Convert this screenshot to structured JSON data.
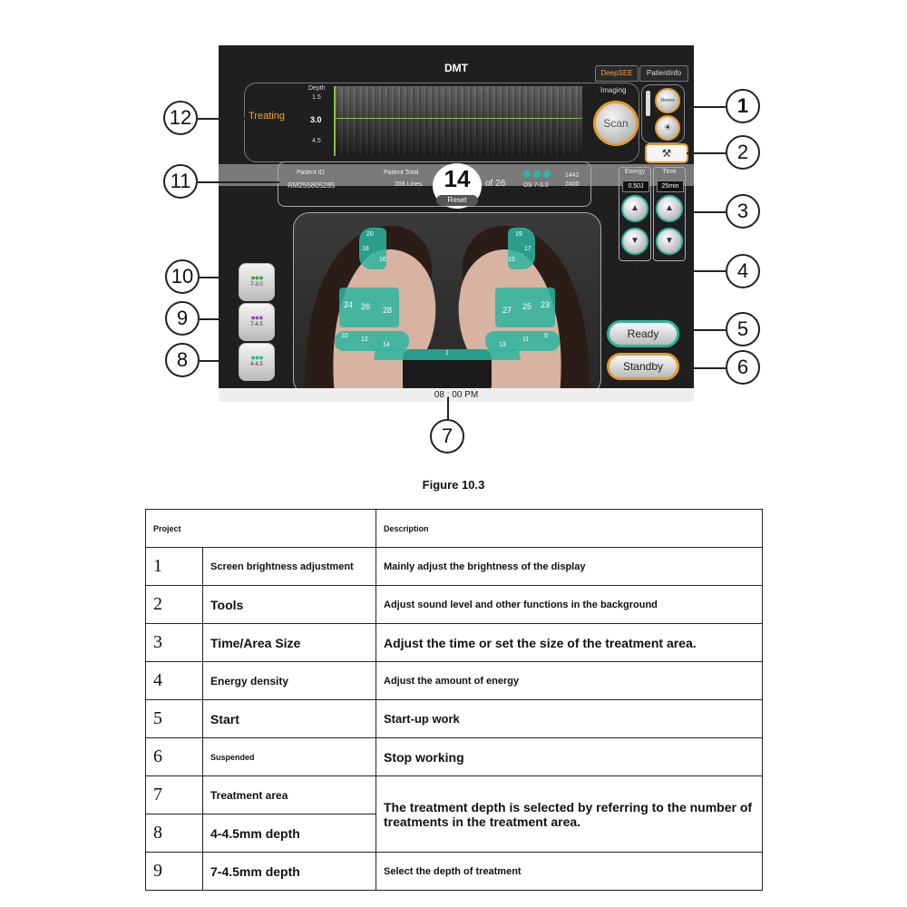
{
  "screen": {
    "title": "DMT",
    "tabs": [
      "DeepSEE",
      "PatientInfo"
    ],
    "treating_label": "Treating",
    "depth_label": "Depth",
    "depth_values": [
      "1.5",
      "3.0",
      "4.5"
    ],
    "imaging_label": "Imaging",
    "scan_label": "Scan",
    "meters_label": "Meters",
    "patient_id_label": "Patient ID",
    "patient_id": "RM255805285",
    "patient_total_label": "Patient  Total",
    "lines": "356 Lines",
    "count": "14",
    "of_total": "of 26",
    "reset_label": "Reset",
    "ds_label": "DS 7-3.0",
    "stat1": "1442",
    "stat2": "2400",
    "energy_label": "Energy",
    "energy_value": "0.50J",
    "time_label": "Time",
    "time_value": "25min",
    "depth_buttons": [
      "7-3.0",
      "7-4.5",
      "4-4.5"
    ],
    "depth_button_colors": [
      "#3aa53a",
      "#9a45c9",
      "#2bb5a0"
    ],
    "ready_label": "Ready",
    "standby_label": "Standby",
    "clock": "08 : 00 PM",
    "left_face_zones": [
      "20",
      "18",
      "16",
      "24",
      "26",
      "28",
      "10",
      "12",
      "14"
    ],
    "right_face_zones": [
      "19",
      "17",
      "15",
      "27",
      "25",
      "23",
      "13",
      "11",
      "9"
    ],
    "center_zone": "1"
  },
  "callouts": [
    "1",
    "2",
    "3",
    "4",
    "5",
    "6",
    "7",
    "8",
    "9",
    "10",
    "11",
    "12"
  ],
  "figure_caption": "Figure 10.3",
  "table": {
    "header": [
      "Project",
      "Description"
    ],
    "rows": [
      {
        "num": "1",
        "name": "Screen brightness adjustment",
        "desc": "Mainly adjust the brightness of the display"
      },
      {
        "num": "2",
        "name": "Tools",
        "desc": "Adjust sound level and other functions in the background"
      },
      {
        "num": "3",
        "name": "Time/Area Size",
        "desc": "Adjust the time or set the size of the treatment area."
      },
      {
        "num": "4",
        "name": "Energy density",
        "desc": "Adjust the amount of energy"
      },
      {
        "num": "5",
        "name": "Start",
        "desc": "Start-up work"
      },
      {
        "num": "6",
        "name": "Suspended",
        "desc": "Stop working"
      },
      {
        "num": "7",
        "name": "Treatment area",
        "desc": "The treatment depth is selected by referring to the number of treatments in the treatment area."
      },
      {
        "num": "8",
        "name": "4-4.5mm depth",
        "desc": ""
      },
      {
        "num": "9",
        "name": "7-4.5mm depth",
        "desc": "Select the depth of treatment"
      }
    ]
  }
}
